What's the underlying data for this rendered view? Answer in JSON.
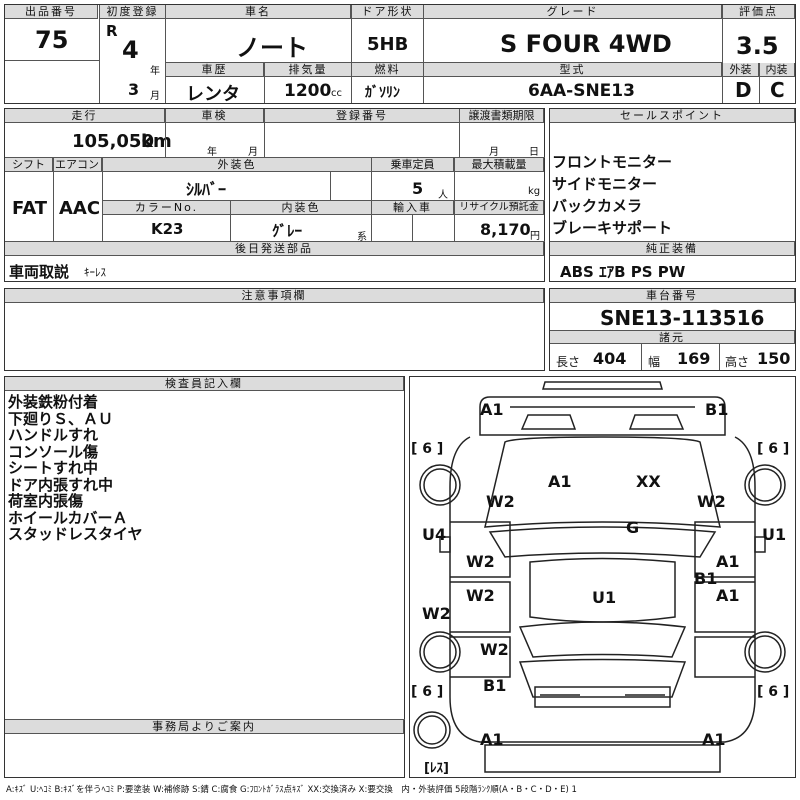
{
  "lot": {
    "label": "出品番号",
    "value": "75"
  },
  "first_reg": {
    "label": "初度登録",
    "era": "R",
    "year": "4",
    "year_unit": "年",
    "month": "3",
    "month_unit": "月"
  },
  "car_name": {
    "label": "車名",
    "value": "ノート"
  },
  "door": {
    "label": "ドア形状",
    "value": "5HB"
  },
  "grade": {
    "label": "グレード",
    "value": "S FOUR 4WD"
  },
  "score": {
    "label": "評価点",
    "value": "3.5",
    "ext_label": "外装",
    "int_label": "内装",
    "ext": "D",
    "int": "C"
  },
  "history": {
    "label": "車歴",
    "value": "レンタ"
  },
  "displacement": {
    "label": "排気量",
    "value": "1200",
    "unit": "cc"
  },
  "fuel": {
    "label": "燃料",
    "value": "ｶﾞｿﾘﾝ"
  },
  "model": {
    "label": "型式",
    "value": "6AA-SNE13"
  },
  "mileage": {
    "label": "走行",
    "value": "105,050",
    "unit": "km"
  },
  "inspection": {
    "label": "車検",
    "year_unit": "年",
    "month_unit": "月"
  },
  "reg_number": {
    "label": "登録番号"
  },
  "transfer": {
    "label": "譲渡書類期限",
    "month_unit": "月",
    "day_unit": "日"
  },
  "sales_point": {
    "label": "セールスポイント",
    "items": [
      "フロントモニター",
      "サイドモニター",
      "バックカメラ",
      "ブレーキサポート"
    ]
  },
  "shift": {
    "label": "シフト",
    "value": "FAT"
  },
  "aircon": {
    "label": "エアコン",
    "value": "AAC"
  },
  "ext_color": {
    "label": "外装色",
    "value": "ｼﾙﾊﾞｰ"
  },
  "capacity": {
    "label": "乗車定員",
    "value": "5",
    "unit": "人"
  },
  "max_load": {
    "label": "最大積載量",
    "unit": "kg"
  },
  "color_no": {
    "label": "カラーNo.",
    "value": "K23"
  },
  "int_color": {
    "label": "内装色",
    "value": "ｸﾞﾚｰ",
    "unit": "系"
  },
  "import": {
    "label": "輸入車"
  },
  "recycle": {
    "label": "リサイクル預託金",
    "value": "8,170",
    "unit": "円"
  },
  "later_parts": {
    "label": "後日発送部品",
    "value": "車両取説",
    "sub": "ｷｰﾚｽ"
  },
  "equipment": {
    "label": "純正装備",
    "value": "ABS ｴｱB PS PW"
  },
  "notes": {
    "label": "注意事項欄"
  },
  "chassis": {
    "label": "車台番号",
    "value": "SNE13-113516"
  },
  "dims": {
    "label": "諸元",
    "len_label": "長さ",
    "len": "404",
    "wid_label": "幅",
    "wid": "169",
    "hgt_label": "高さ",
    "hgt": "150"
  },
  "inspector": {
    "label": "検査員記入欄",
    "items": [
      "外装鉄粉付着",
      "下廻りＳ、ＡＵ",
      "ハンドルすれ",
      "コンソール傷",
      "シートすれ中",
      "ドア内張すれ中",
      "荷室内張傷",
      "ホイールカバーＡ",
      "スタッドレスタイヤ"
    ]
  },
  "office": {
    "label": "事務局よりご案内"
  },
  "diagram": {
    "tire_label": "[ 6 ]",
    "spare_label": "[ﾚｽ]",
    "marks": {
      "front_left": "A1",
      "front_right": "B1",
      "hood_a": "A1",
      "hood_xx": "XX",
      "glass": "G",
      "fender_l": "W2",
      "fender_r": "W2",
      "u4": "U4",
      "u1_right": "U1",
      "door_fl": "W2",
      "door_fr": "A1",
      "b1_mid": "B1",
      "door_rl": "W2",
      "door_rr": "A1",
      "w2_side": "W2",
      "roof": "U1",
      "quarter_l": "W2",
      "rear_b1": "B1",
      "rear_left": "A1",
      "rear_right": "A1"
    }
  },
  "legend": "A:ｷｽﾞ U:ﾍｺﾐ B:ｷｽﾞを伴うﾍｺﾐ P:要塗装 W:補修跡 S:錆 C:腐食 G:ﾌﾛﾝﾄｶﾞﾗｽ点ｷｽﾞ XX:交換済み X:要交換　内・外装評価 5段階ﾗﾝｸ順(A・B・C・D・E) 1"
}
